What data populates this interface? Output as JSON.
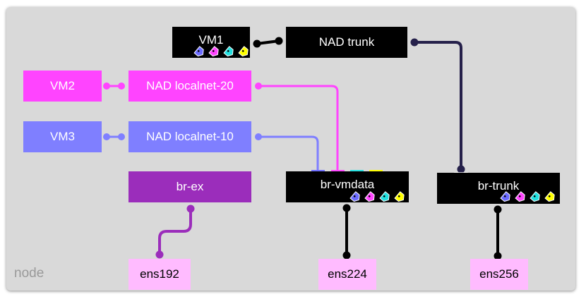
{
  "container": {
    "label": "node"
  },
  "vms": [
    {
      "name": "VM1",
      "color": "#000000"
    },
    {
      "name": "VM2",
      "color": "#ff44ff"
    },
    {
      "name": "VM3",
      "color": "#7f7fff"
    }
  ],
  "nads": [
    {
      "name": "NAD trunk",
      "color": "#000000"
    },
    {
      "name": "NAD localnet-20",
      "color": "#ff44ff"
    },
    {
      "name": "NAD localnet-10",
      "color": "#7f7fff"
    }
  ],
  "bridges": [
    {
      "name": "br-ex",
      "color": "#9b2dbb"
    },
    {
      "name": "br-vmdata",
      "color": "#000000"
    },
    {
      "name": "br-trunk",
      "color": "#000000"
    }
  ],
  "interfaces": [
    {
      "name": "ens192",
      "color": "#ffbbff"
    },
    {
      "name": "ens224",
      "color": "#ffbbff"
    },
    {
      "name": "ens256",
      "color": "#ffbbff"
    }
  ],
  "vlan_tag_colors": [
    "#6b6bff",
    "#ff44ff",
    "#22e0e0",
    "#ffff00"
  ],
  "link_colors": {
    "trunk": "#25204a",
    "localnet20": "#ff44ff",
    "localnet10": "#7f7fff",
    "brex": "#9b2dbb",
    "uplink": "#000000"
  }
}
